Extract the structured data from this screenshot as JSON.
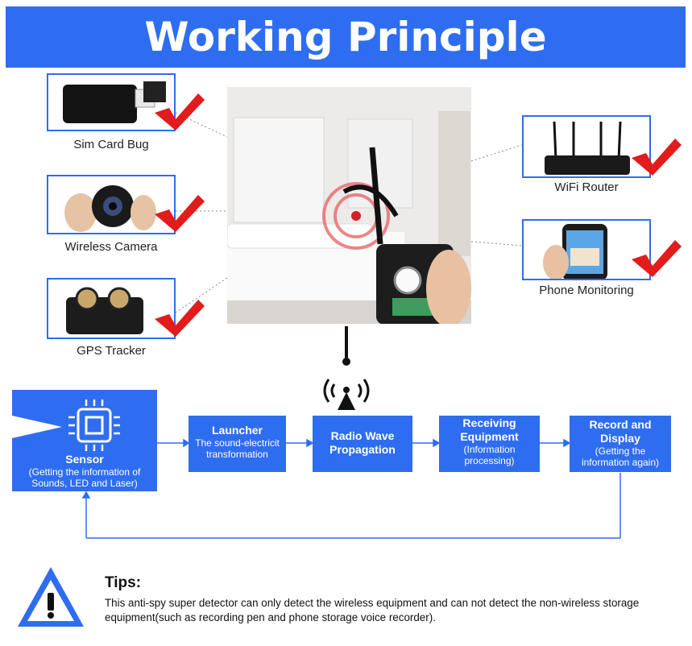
{
  "title": "Working Principle",
  "devices": {
    "sim_card_bug": "Sim Card Bug",
    "wireless_camera": "Wireless Camera",
    "gps_tracker": "GPS Tracker",
    "wifi_router": "WiFi Router",
    "phone_monitoring": "Phone Monitoring"
  },
  "flow": {
    "sensor": {
      "title": "Sensor",
      "desc": "(Getting the information of Sounds, LED and Laser)"
    },
    "launcher": {
      "title": "Launcher",
      "desc": "The sound-electricit transformation"
    },
    "radio": {
      "title": "Radio Wave Propagation"
    },
    "receiving": {
      "title": "Receiving Equipment",
      "desc": "(Information processing)"
    },
    "record": {
      "title": "Record and Display",
      "desc": "(Getting the information again)"
    }
  },
  "tips": {
    "title": "Tips:",
    "body": "This anti-spy super detector can only detect the wireless equipment and can not detect the non-wireless storage equipment(such as recording pen and phone storage voice recorder)."
  },
  "colors": {
    "accent": "#2f6df0",
    "check": "#e21b1b"
  }
}
